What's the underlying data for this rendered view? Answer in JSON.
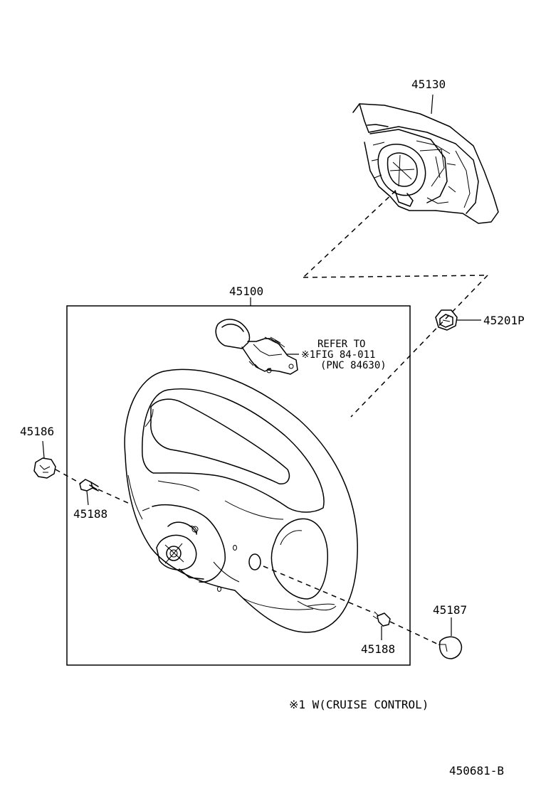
{
  "labels": {
    "p45130": "45130",
    "p45100": "45100",
    "p45201p": "45201P",
    "p45186": "45186",
    "p45188_left": "45188",
    "p45188_right": "45188",
    "p45187": "45187"
  },
  "refer_note": {
    "line1": "REFER TO",
    "line2": "※1FIG 84-011",
    "line3": "(PNC 84630)"
  },
  "footnote": "※1 W(CRUISE CONTROL)",
  "drawing_code": "450681-B"
}
